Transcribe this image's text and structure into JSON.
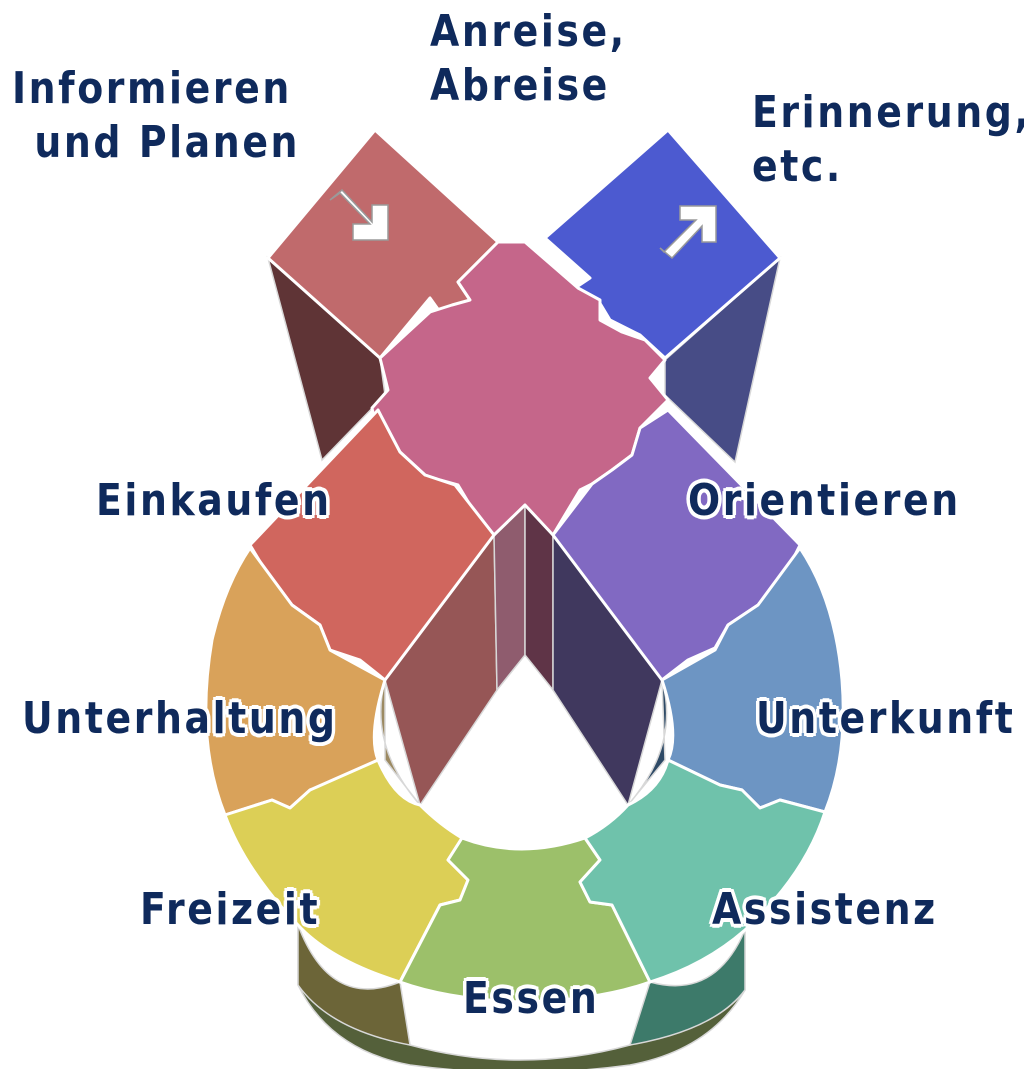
{
  "labels": {
    "informieren_line1": "Informieren",
    "informieren_line2": "und Planen",
    "anreise_line1": "Anreise,",
    "anreise_line2": "Abreise",
    "erinnerung_line1": "Erinnerung,",
    "erinnerung_line2": "etc.",
    "einkaufen": "Einkaufen",
    "orientieren": "Orientieren",
    "unterhaltung": "Unterhaltung",
    "unterkunft": "Unterkunft",
    "freizeit": "Freizeit",
    "assistenz": "Assistenz",
    "essen": "Essen"
  },
  "colors": {
    "informieren": "#c06a6c",
    "anreise": "#c5668a",
    "erinnerung": "#4c5ad0",
    "einkaufen": "#d0665e",
    "orientieren": "#8169c2",
    "unterhaltung": "#d9a25a",
    "unterkunft": "#6d95c3",
    "freizeit": "#dccf56",
    "assistenz": "#6fc2ab",
    "essen": "#9cc06a",
    "label_text": "#0f2a5c"
  },
  "icons": [
    "arrow-in-icon",
    "arrow-out-icon"
  ]
}
